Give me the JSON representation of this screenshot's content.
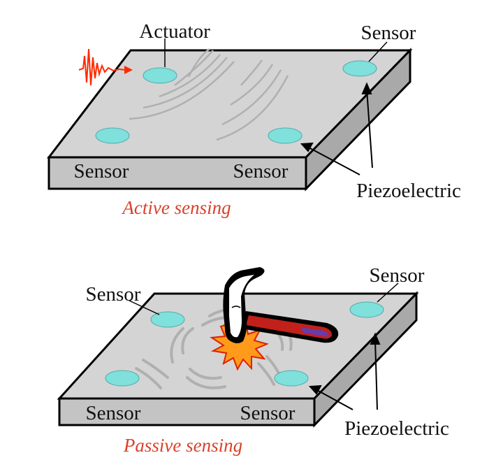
{
  "top_panel": {
    "actuator_label": "Actuator",
    "sensor_top_right_label": "Sensor",
    "sensor_bottom_left_label": "Sensor",
    "sensor_bottom_right_label": "Sensor",
    "piezoelectric_label": "Piezoelectric",
    "caption": "Active sensing"
  },
  "bottom_panel": {
    "sensor_top_left_label": "Sensor",
    "sensor_top_right_label": "Sensor",
    "sensor_bottom_left_label": "Sensor",
    "sensor_bottom_right_label": "Sensor",
    "piezoelectric_label": "Piezoelectric",
    "caption": "Passive sensing"
  },
  "colors": {
    "plate_top": "#d4d4d4",
    "plate_front": "#c4c4c4",
    "plate_side": "#a9a9a9",
    "sensor_disc": "#7fe0dc",
    "caption": "#d9412a",
    "signal": "#ff2a00",
    "wave": "#b0b0b0"
  },
  "icons": {
    "signal": "excitation-signal-icon",
    "hammer": "hammer-icon",
    "impact": "impact-burst-icon"
  }
}
